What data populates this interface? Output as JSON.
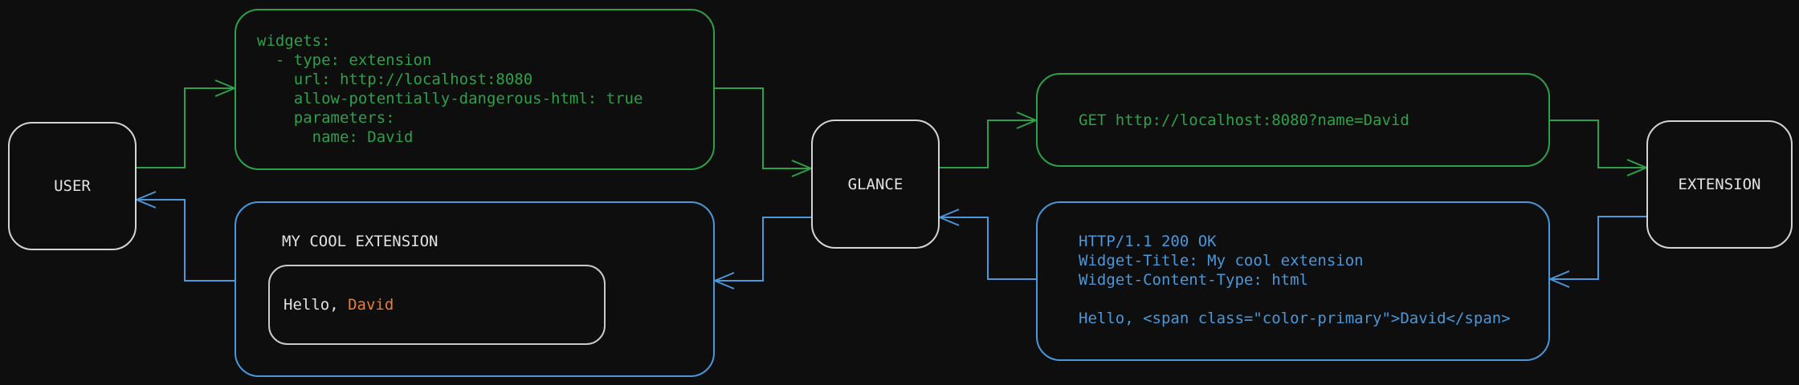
{
  "diagram": {
    "background": "#0d0e0d",
    "colors": {
      "request_flow": "#2ea04a",
      "response_flow": "#4a97da",
      "highlight": "#e87e35",
      "node_border": "#d4d4d4",
      "inner_border": "#c9c9c9",
      "text": "#e2e2e2"
    }
  },
  "nodes": {
    "user": {
      "label": "USER"
    },
    "glance": {
      "label": "GLANCE"
    },
    "extension": {
      "label": "EXTENSION"
    }
  },
  "config_box": {
    "code": [
      "widgets:",
      "  - type: extension",
      "    url: http://localhost:8080",
      "    allow-potentially-dangerous-html: true",
      "    parameters:",
      "      name: David"
    ]
  },
  "request_box": {
    "text": "GET http://localhost:8080?name=David"
  },
  "response_box": {
    "code": [
      "HTTP/1.1 200 OK",
      "Widget-Title: My cool extension",
      "Widget-Content-Type: html",
      "",
      "Hello, <span class=\"color-primary\">David</span>"
    ]
  },
  "widget_box": {
    "title": "MY COOL EXTENSION",
    "greeting_prefix": "Hello, ",
    "greeting_name": "David"
  }
}
